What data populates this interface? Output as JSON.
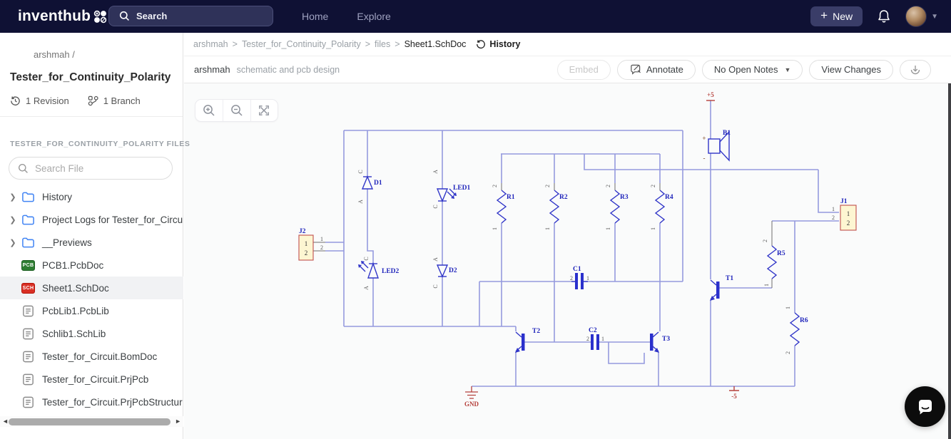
{
  "navbar": {
    "logo": "inventhub",
    "search_placeholder": "Search",
    "home": "Home",
    "explore": "Explore",
    "new_label": "New"
  },
  "sidebar": {
    "owner_prefix": "arshmah /",
    "project": "Tester_for_Continuity_Polarity",
    "revisions": "1 Revision",
    "branches": "1 Branch",
    "files_header": "TESTER_FOR_CONTINUITY_POLARITY FILES",
    "file_search_placeholder": "Search File",
    "files": [
      {
        "name": "History"
      },
      {
        "name": "Project Logs for Tester_for_Circu"
      },
      {
        "name": "__Previews"
      },
      {
        "name": "PCB1.PcbDoc"
      },
      {
        "name": "Sheet1.SchDoc"
      },
      {
        "name": "PcbLib1.PcbLib"
      },
      {
        "name": "Schlib1.SchLib"
      },
      {
        "name": "Tester_for_Circuit.BomDoc"
      },
      {
        "name": "Tester_for_Circuit.PrjPcb"
      },
      {
        "name": "Tester_for_Circuit.PrjPcbStructur"
      }
    ],
    "badge_pcb": "PCB",
    "badge_sch": "SCH"
  },
  "breadcrumb": {
    "crumbs": [
      "arshmah",
      "Tester_for_Continuity_Polarity",
      "files",
      "Sheet1.SchDoc"
    ],
    "separator": ">",
    "history": "History"
  },
  "fileinfo": {
    "owner": "arshmah",
    "description": "schematic and pcb design"
  },
  "toolbar": {
    "embed": "Embed",
    "annotate": "Annotate",
    "notes": "No Open Notes",
    "view_changes": "View Changes"
  },
  "schematic": {
    "colors": {
      "wire": "#959ade",
      "symbol": "#3136c8",
      "label": "#1f24bb",
      "power": "#b5413c",
      "connector_fill": "#fdf6d2",
      "connector_border": "#c0504d"
    },
    "plus5": "+5",
    "minus5": "-5",
    "gnd": "GND",
    "b1": "B1",
    "j1": "J1",
    "j2": "J2",
    "d1": "D1",
    "d2": "D2",
    "led1": "LED1",
    "led2": "LED2",
    "r1": "R1",
    "r2": "R2",
    "r3": "R3",
    "r4": "R4",
    "r5": "R5",
    "r6": "R6",
    "c1": "C1",
    "c2": "C2",
    "t1": "T1",
    "t2": "T2",
    "t3": "T3",
    "pin1": "1",
    "pin2": "2",
    "a": "A",
    "c": "C",
    "plus": "+",
    "minus": "-"
  }
}
